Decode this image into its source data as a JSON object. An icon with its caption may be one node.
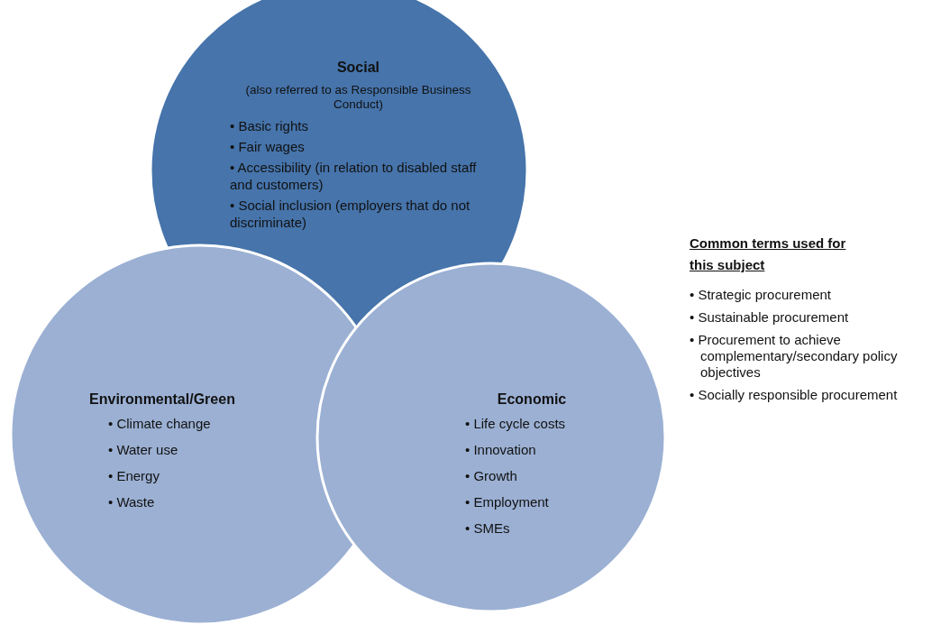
{
  "diagram": {
    "nodes": [
      {
        "text": [
          "Social",
          "(also referred to as Responsible Business Conduct)",
          "• Basic rights",
          "• Fair wages",
          "• Accessibility (in relation to disabled staff and customers)",
          "• Social inclusion (employers that do not discriminate)"
        ]
      },
      {
        "text": [
          "Environmental/Green",
          "• Climate change",
          "• Water use",
          "• Energy",
          "• Waste"
        ]
      },
      {
        "text": [
          "Economic",
          "• Life cycle costs",
          "• Innovation",
          "• Growth",
          "• Employment",
          "• SMEs"
        ]
      }
    ],
    "edges": [],
    "labels": [
      "Common terms used for this subject",
      "• Strategic procurement",
      "• Sustainable procurement",
      "• Procurement to achieve complementary/secondary policy objectives",
      "• Socially responsible procurement"
    ]
  }
}
